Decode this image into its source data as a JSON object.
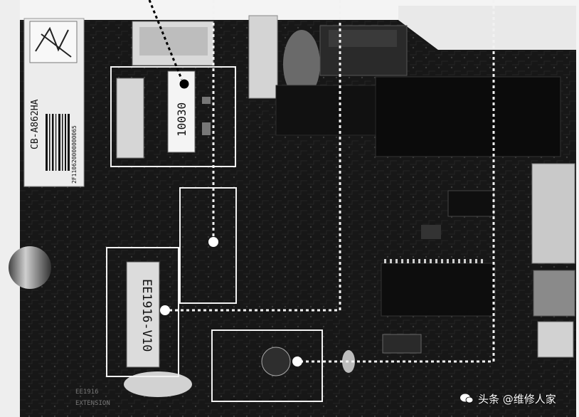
{
  "labels": {
    "board_model": "CB-A862HA",
    "board_serial": "2F110620000000065",
    "component_label": "10030",
    "transformer_label": "EE1916-V10",
    "silkscreen_bottom_1": "EE1916",
    "silkscreen_bottom_2": "EXTENSION"
  },
  "watermark": {
    "text": "头条 @维修人家",
    "icon": "chat-bubble-icon"
  },
  "colors": {
    "board": "#1a1a1a",
    "callout_box": "#f2f2f2",
    "marker_dot": "#ffffff",
    "pointer_dot": "#000000",
    "page": "#f4f4f4"
  }
}
